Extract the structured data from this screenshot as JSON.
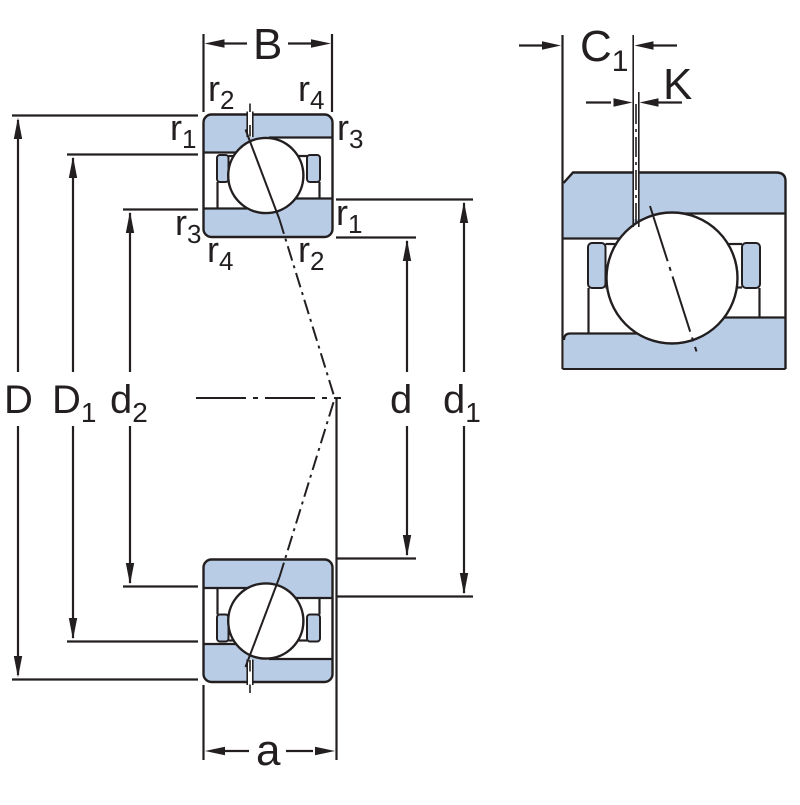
{
  "figure": {
    "colors": {
      "ring_fill": "#b9cce6",
      "line": "#231f20",
      "background": "#ffffff"
    }
  },
  "labels": {
    "B": {
      "base": "B"
    },
    "a": {
      "base": "a"
    },
    "C1": {
      "base": "C",
      "sub": "1"
    },
    "K": {
      "base": "K"
    },
    "D": {
      "base": "D"
    },
    "D1": {
      "base": "D",
      "sub": "1"
    },
    "d2": {
      "base": "d",
      "sub": "2"
    },
    "d": {
      "base": "d"
    },
    "d1": {
      "base": "d",
      "sub": "1"
    },
    "r1": {
      "base": "r",
      "sub": "1"
    },
    "r2": {
      "base": "r",
      "sub": "2"
    },
    "r3": {
      "base": "r",
      "sub": "3"
    },
    "r4": {
      "base": "r",
      "sub": "4"
    }
  }
}
